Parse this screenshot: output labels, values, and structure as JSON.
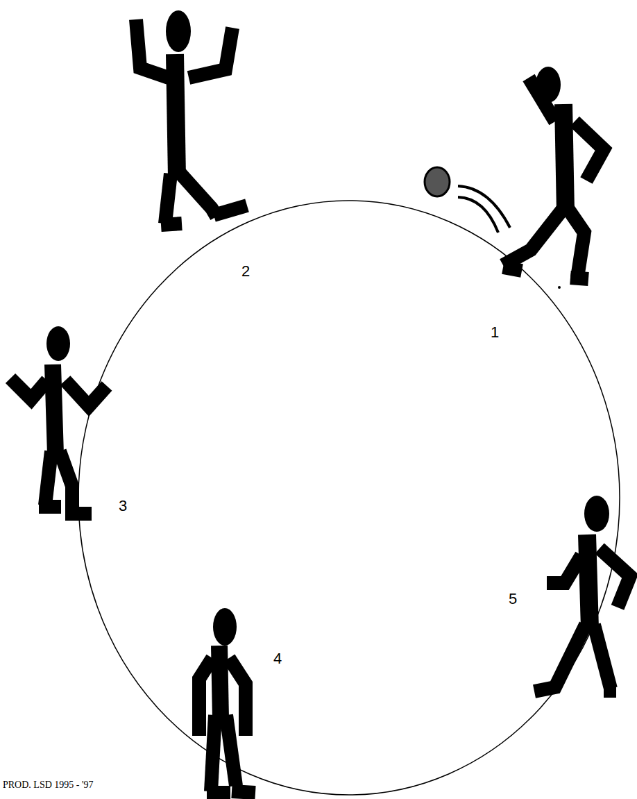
{
  "diagram": {
    "labels": [
      "2",
      "1",
      "3",
      "5",
      "4",
      "PROD. LSD 1995 - '97"
    ]
  }
}
